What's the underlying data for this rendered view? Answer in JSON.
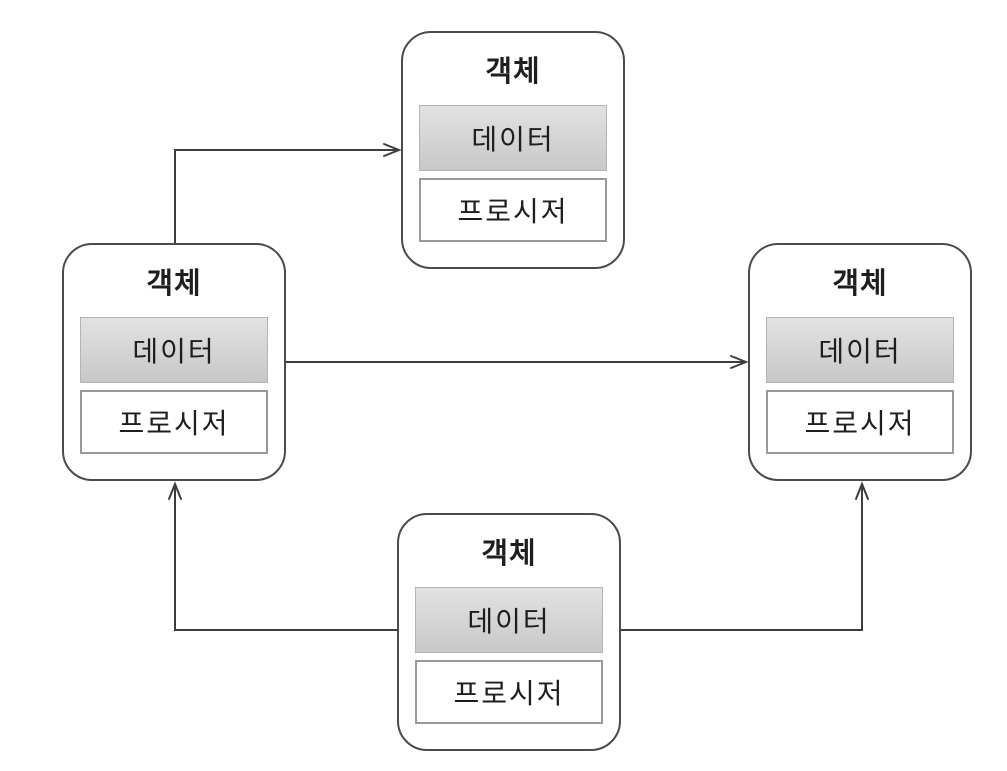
{
  "diagram": {
    "objects": [
      {
        "id": "top",
        "title": "객체",
        "data_label": "데이터",
        "procedure_label": "프로시저"
      },
      {
        "id": "left",
        "title": "객체",
        "data_label": "데이터",
        "procedure_label": "프로시저"
      },
      {
        "id": "right",
        "title": "객체",
        "data_label": "데이터",
        "procedure_label": "프로시저"
      },
      {
        "id": "bottom",
        "title": "객체",
        "data_label": "데이터",
        "procedure_label": "프로시저"
      }
    ],
    "connections": [
      {
        "from": "left",
        "to": "top"
      },
      {
        "from": "left",
        "to": "right"
      },
      {
        "from": "bottom",
        "to": "left"
      },
      {
        "from": "bottom",
        "to": "right"
      }
    ]
  },
  "palette": {
    "line-color": "#3d3d3d",
    "box-border-color": "#4b4b4b",
    "data-fill-top": "#e2e2e2",
    "data-fill-bottom": "#c8c8c8",
    "data-border-color": "#b4b4b4",
    "proc-border-color": "#9a9a9a",
    "text-color": "#1e1e1e",
    "background": "#ffffff"
  }
}
